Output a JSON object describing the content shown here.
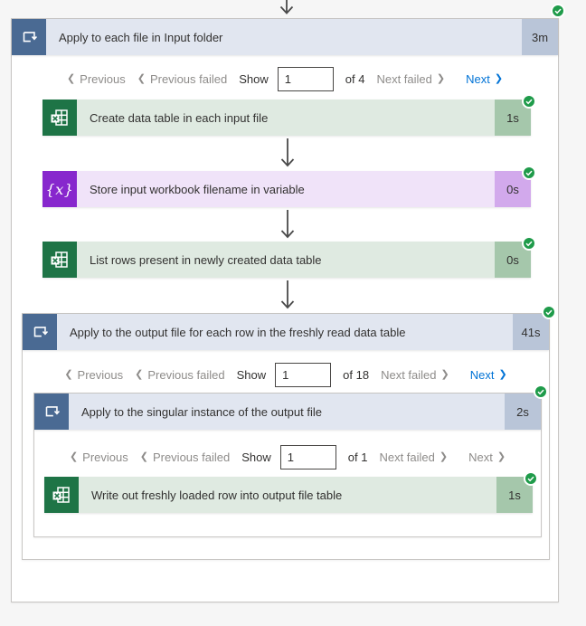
{
  "colors": {
    "loop_header_blue": "#4a6a93",
    "loop_body_blue": "#e1e6f0",
    "loop_chip_blue": "#b9c5d8",
    "excel_green": "#1e7446",
    "excel_body_green": "#dfeae1",
    "excel_chip_green": "#a5c7ab",
    "variable_purple": "#8727cd",
    "variable_body_purple": "#f0e3f9",
    "variable_chip_purple": "#d2a9ec",
    "success_green": "#1f9b4a",
    "link_blue": "#0173d6",
    "muted_gray": "#8e8c8a"
  },
  "actions": {
    "outer_loop": {
      "title": "Apply to each file in Input folder",
      "duration": "3m",
      "status": "succeeded"
    },
    "create_table": {
      "title": "Create data table in each input file",
      "duration": "1s",
      "status": "succeeded"
    },
    "store_variable": {
      "title": "Store input workbook filename in variable",
      "duration": "0s",
      "status": "succeeded"
    },
    "list_rows": {
      "title": "List rows present in newly created data table",
      "duration": "0s",
      "status": "succeeded"
    },
    "row_loop": {
      "title": "Apply to the output file for each row in the freshly read data table",
      "duration": "41s",
      "status": "succeeded"
    },
    "singular_loop": {
      "title": "Apply to the singular instance of the output file",
      "duration": "2s",
      "status": "succeeded"
    },
    "write_row": {
      "title": "Write out freshly loaded row into output file table",
      "duration": "1s",
      "status": "succeeded"
    }
  },
  "pagers": {
    "outer": {
      "previous": "Previous",
      "previous_failed": "Previous failed",
      "show_label": "Show",
      "current": "1",
      "of": "of 4",
      "next_failed": "Next failed",
      "next": "Next"
    },
    "row": {
      "previous": "Previous",
      "previous_failed": "Previous failed",
      "show_label": "Show",
      "current": "1",
      "of": "of 18",
      "next_failed": "Next failed",
      "next": "Next"
    },
    "singular": {
      "previous": "Previous",
      "previous_failed": "Previous failed",
      "show_label": "Show",
      "current": "1",
      "of": "of 1",
      "next_failed": "Next failed",
      "next": "Next"
    }
  },
  "glyphs": {
    "variable": "{x}",
    "chevron_left": "❮",
    "chevron_right": "❯"
  }
}
